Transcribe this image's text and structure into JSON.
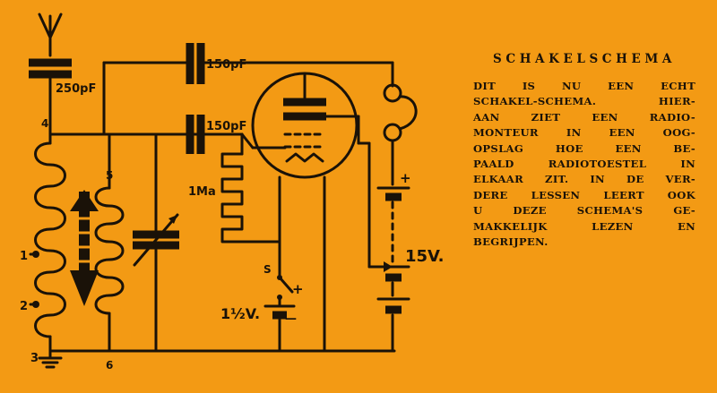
{
  "description_panel": {
    "title": "SCHAKELSCHEMA",
    "body_lines": [
      "DIT IS NU EEN ECHT",
      "SCHAKEL-SCHEMA. HIER-",
      "AAN ZIET EEN RADIO-",
      "MONTEUR IN EEN OOG-",
      "OPSLAG HOE EEN BE-",
      "PAALD RADIOTOESTEL IN",
      "ELKAAR ZIT. IN DE VER-",
      "DERE LESSEN LEERT OOK",
      "U DEZE SCHEMA'S GE-",
      "MAKKELIJK LEZEN EN",
      "BEGRIJPEN."
    ]
  },
  "schematic": {
    "labels": {
      "antenna_capacitor": "250pF",
      "top_capacitor": "150pF",
      "grid_capacitor": "150pF",
      "resistor": "1Ma",
      "switch": "S",
      "filament_battery": "1½V.",
      "anode_battery": "15V.",
      "battery_plus": "+",
      "battery_minus": "—",
      "terminal_1": "1",
      "terminal_2": "2",
      "terminal_3": "3",
      "terminal_4": "4",
      "terminal_5": "5",
      "terminal_6": "6"
    }
  },
  "colors": {
    "background": "#f39a14",
    "ink": "#1a1208"
  }
}
